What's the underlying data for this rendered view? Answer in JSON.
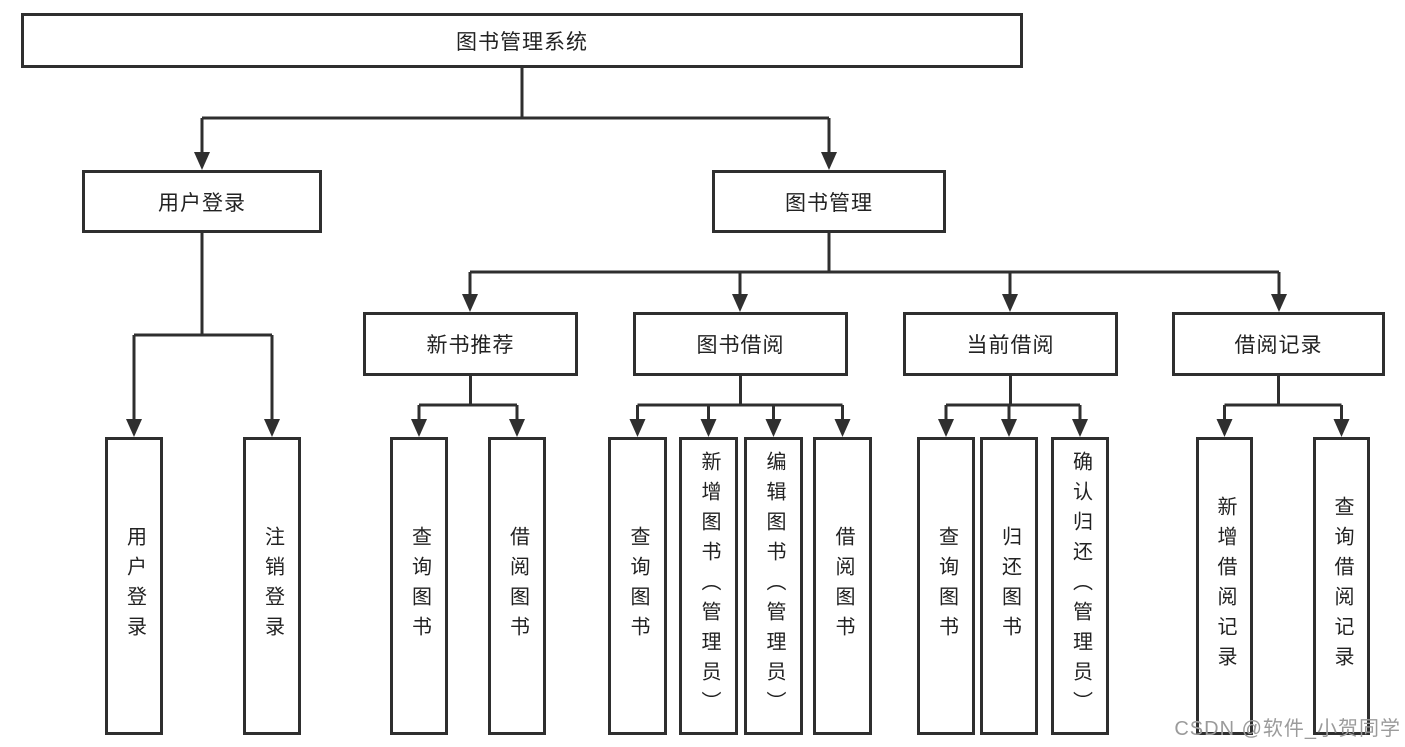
{
  "nodes": {
    "root": "图书管理系统",
    "level2": {
      "user_login": "用户登录",
      "book_management": "图书管理"
    },
    "level3": {
      "new_book_recommend": "新书推荐",
      "book_borrowing": "图书借阅",
      "current_borrowing": "当前借阅",
      "borrowing_records": "借阅记录"
    },
    "leaves": {
      "user_login": [
        "用户登录",
        "注销登录"
      ],
      "new_book_recommend": [
        "查询图书",
        "借阅图书"
      ],
      "book_borrowing": [
        "查询图书",
        "新增图书（管理员）",
        "编辑图书（管理员）",
        "借阅图书"
      ],
      "current_borrowing": [
        "查询图书",
        "归还图书",
        "确认归还（管理员）"
      ],
      "borrowing_records": [
        "新增借阅记录",
        "查询借阅记录"
      ]
    }
  },
  "watermark": {
    "text": "CSDN @软件_小贺同学"
  },
  "colors": {
    "line": "#2f2f2f",
    "box_border": "#2f2f2f",
    "text": "#222222",
    "watermark": "#9b9b9b",
    "background": "#ffffff"
  }
}
